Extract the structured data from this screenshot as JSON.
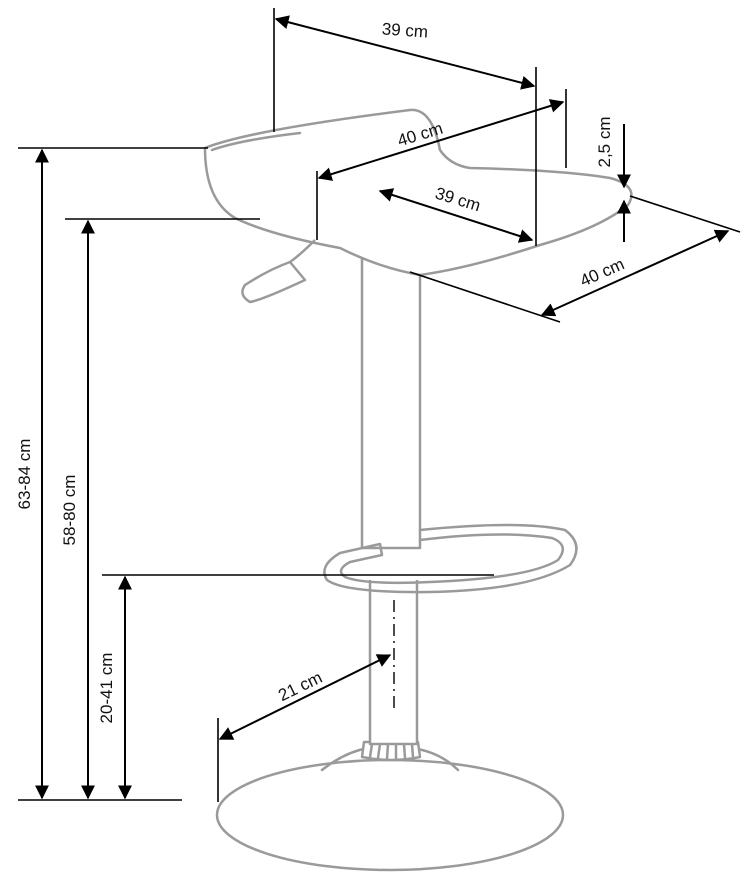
{
  "dimensions": {
    "seat_back_width": "39 cm",
    "seat_depth_left": "40 cm",
    "seat_inner_width": "39 cm",
    "seat_thickness": "2,5 cm",
    "seat_front_depth": "40 cm",
    "total_height": "63-84 cm",
    "seat_height": "58-80 cm",
    "footrest_height": "20-41 cm",
    "base_radius": "21 cm"
  }
}
